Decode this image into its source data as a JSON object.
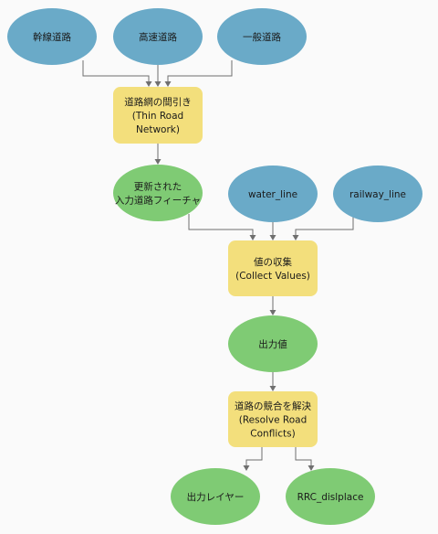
{
  "colors": {
    "input": "#6aaac8",
    "process": "#f3df7c",
    "output": "#7fcb74",
    "edge": "#6f6f6f",
    "background": "#fafafa"
  },
  "nodes": [
    {
      "id": "n_kansen",
      "kind": "input",
      "lines": [
        "幹線道路"
      ]
    },
    {
      "id": "n_kousoku",
      "kind": "input",
      "lines": [
        "高速道路"
      ]
    },
    {
      "id": "n_ippan",
      "kind": "input",
      "lines": [
        "一般道路"
      ]
    },
    {
      "id": "n_thin",
      "kind": "process",
      "lines": [
        "道路網の間引き",
        "(Thin Road",
        "Network)"
      ]
    },
    {
      "id": "n_updated",
      "kind": "output",
      "lines": [
        "更新された",
        "入力道路フィーチャ"
      ]
    },
    {
      "id": "n_water",
      "kind": "input",
      "lines": [
        "water_line"
      ]
    },
    {
      "id": "n_railway",
      "kind": "input",
      "lines": [
        "railway_line"
      ]
    },
    {
      "id": "n_collect",
      "kind": "process",
      "lines": [
        "値の収集",
        "(Collect Values)"
      ]
    },
    {
      "id": "n_outval",
      "kind": "output",
      "lines": [
        "出力値"
      ]
    },
    {
      "id": "n_resolve",
      "kind": "process",
      "lines": [
        "道路の競合を解決",
        "(Resolve Road",
        "Conflicts)"
      ]
    },
    {
      "id": "n_outlayer",
      "kind": "output",
      "lines": [
        "出力レイヤー"
      ]
    },
    {
      "id": "n_rrc",
      "kind": "output",
      "lines": [
        "RRC_dislplace"
      ]
    }
  ],
  "edges": [
    {
      "from": "n_kansen",
      "to": "n_thin"
    },
    {
      "from": "n_kousoku",
      "to": "n_thin"
    },
    {
      "from": "n_ippan",
      "to": "n_thin"
    },
    {
      "from": "n_thin",
      "to": "n_updated"
    },
    {
      "from": "n_updated",
      "to": "n_collect"
    },
    {
      "from": "n_water",
      "to": "n_collect"
    },
    {
      "from": "n_railway",
      "to": "n_collect"
    },
    {
      "from": "n_collect",
      "to": "n_outval"
    },
    {
      "from": "n_outval",
      "to": "n_resolve"
    },
    {
      "from": "n_resolve",
      "to": "n_outlayer"
    },
    {
      "from": "n_resolve",
      "to": "n_rrc"
    }
  ]
}
